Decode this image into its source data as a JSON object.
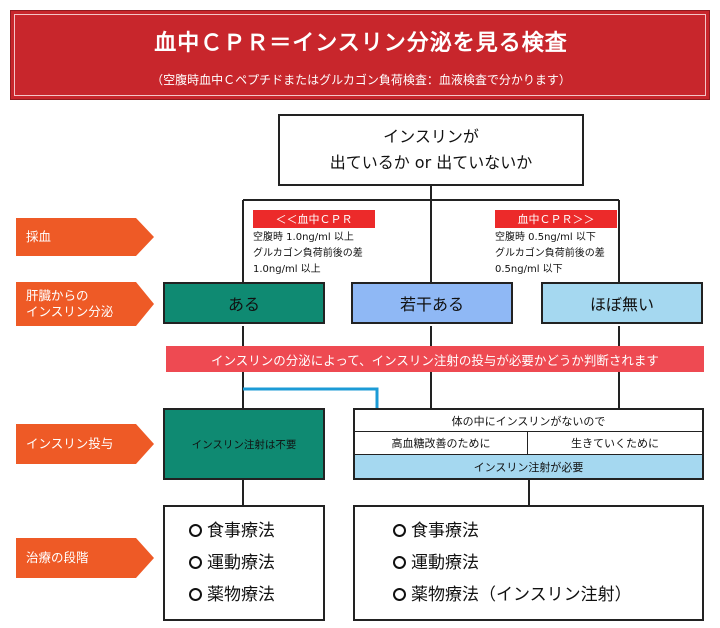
{
  "header": {
    "title": "血中ＣＰＲ＝インスリン分泌を見る検査",
    "subtitle": "（空腹時血中Ｃペプチドまたはグルカゴン負荷検査：血液検査で分かります）"
  },
  "question": {
    "line1": "インスリンが",
    "line2": "出ているか or 出ていないか"
  },
  "side_labels": [
    {
      "id": "blood-sampling",
      "line1": "採血",
      "line2": ""
    },
    {
      "id": "liver-secretion",
      "line1": "肝臓からの",
      "line2": "インスリン分泌"
    },
    {
      "id": "insulin-administration",
      "line1": "インスリン投与",
      "line2": ""
    },
    {
      "id": "treatment-stage",
      "line1": "治療の段階",
      "line2": ""
    }
  ],
  "cpr_left": {
    "tag": "＜＜血中ＣＰＲ",
    "line1": "空腹時 1.0ng/ml 以上",
    "line2": "グルカゴン負荷前後の差",
    "line3": "1.0ng/ml 以上"
  },
  "cpr_right": {
    "tag": "血中ＣＰＲ＞＞",
    "line1": "空腹時 0.5ng/ml 以下",
    "line2": "グルカゴン負荷前後の差",
    "line3": "0.5ng/ml 以下"
  },
  "secretion": [
    {
      "label": "ある",
      "color": "#0f8a72"
    },
    {
      "label": "若干ある",
      "color": "#8fb8f5"
    },
    {
      "label": "ほぼ無い",
      "color": "#a5d8f0"
    }
  ],
  "banner": "インスリンの分泌によって、インスリン注射の投与が必要かどうか判断されます",
  "insulin_not_needed": "インスリン注射は不要",
  "insulin_needed": {
    "reason": "体の中にインスリンがないので",
    "purpose_a": "高血糖改善のために",
    "purpose_b": "生きていくために",
    "result": "インスリン注射が必要"
  },
  "therapy_left": [
    "食事療法",
    "運動療法",
    "薬物療法"
  ],
  "therapy_right": [
    "食事療法",
    "運動療法",
    "薬物療法（インスリン注射）"
  ],
  "colors": {
    "header": "#c8262c",
    "arrow_labels": "#ee5a26",
    "banner": "#ee4a52",
    "cpr_tag": "#ec2a2a",
    "connector": "#1c9bd6"
  }
}
